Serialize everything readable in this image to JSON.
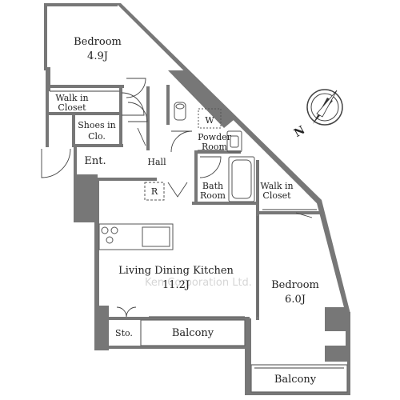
{
  "rooms": {
    "bedroom_north": {
      "name": "Bedroom",
      "size": "4.9J"
    },
    "walk_in_closet_1": {
      "line1": "Walk in",
      "line2": "Closet"
    },
    "shoes_in_closet": {
      "line1": "Shoes in",
      "line2": "Clo."
    },
    "entrance": "Ent.",
    "hall": "Hall",
    "washer": "W",
    "powder_room": {
      "line1": "Powder",
      "line2": "Room"
    },
    "bath_room": {
      "line1": "Bath",
      "line2": "Room"
    },
    "refrigerator": "R",
    "walk_in_closet_2": {
      "line1": "Walk in",
      "line2": "Closet"
    },
    "ldk": {
      "name": "Living Dining Kitchen",
      "size": "11.2J"
    },
    "bedroom_south": {
      "name": "Bedroom",
      "size": "6.0J"
    },
    "storage": "Sto.",
    "balcony_1": "Balcony",
    "balcony_2": "Balcony"
  },
  "compass": {
    "label": "N"
  },
  "watermark": "Ken Corporation Ltd.",
  "colors": {
    "wall": "#777777",
    "line": "#666666",
    "text": "#222222"
  }
}
